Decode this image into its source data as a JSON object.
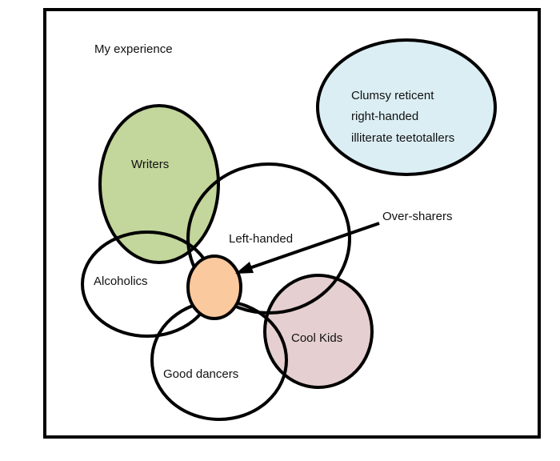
{
  "title": "My experience",
  "sets": {
    "writers": {
      "label": "Writers",
      "fill": "#c3d69b"
    },
    "left_handed": {
      "label": "Left-handed",
      "fill": "none"
    },
    "alcoholics": {
      "label": "Alcoholics",
      "fill": "none"
    },
    "good_dancers": {
      "label": "Good dancers",
      "fill": "none"
    },
    "cool_kids": {
      "label": "Cool Kids",
      "fill": "#e6cfd0"
    },
    "over_sharers": {
      "label": "Over-sharers",
      "fill": "#fac99e"
    },
    "clumsy": {
      "label_lines": [
        "Clumsy reticent",
        "right-handed",
        "illiterate teetotallers"
      ],
      "fill": "#dbeef4"
    }
  },
  "colors": {
    "outline": "#000000",
    "frame": "#000000",
    "background": "#ffffff"
  }
}
